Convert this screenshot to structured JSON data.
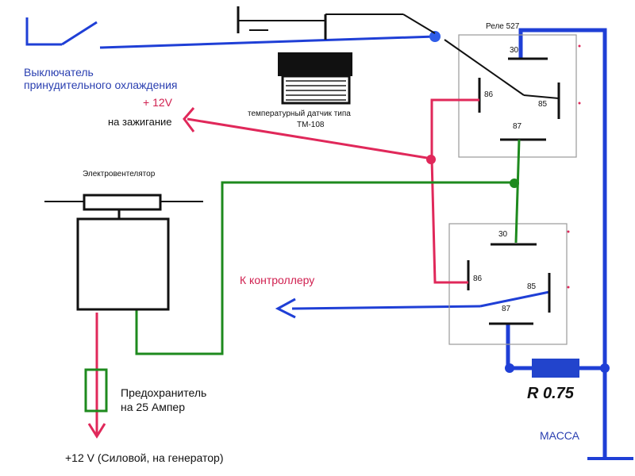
{
  "labels": {
    "switch": [
      "Выключатель",
      "принудительного охлаждения"
    ],
    "plus12": "+ 12V",
    "ignition": "на зажигание",
    "sensor": [
      "температурный датчик типа",
      "ТМ-108"
    ],
    "relay_top": "Реле 527",
    "fan": "Электровентелятор",
    "controller": "К контроллеру",
    "fuse": [
      "Предохранитель",
      "на 25 Ампер"
    ],
    "power": "+12 V (Силовой, на генератор)",
    "resistor": "R 0.75",
    "ground": "МАССА"
  },
  "relay_upper_pins": {
    "p30": "30",
    "p86": "86",
    "p85": "85",
    "p87": "87"
  },
  "relay_lower_pins": {
    "p30": "30",
    "p86": "86",
    "p85": "85",
    "p87": "87"
  },
  "colors": {
    "blue": "#1f3fd6",
    "red": "#e0285a",
    "green": "#1e8a1e",
    "black": "#111111",
    "label_blue": "#2a3fb0",
    "label_red": "#d01f4f",
    "relay_box": "#9a9a9a"
  }
}
